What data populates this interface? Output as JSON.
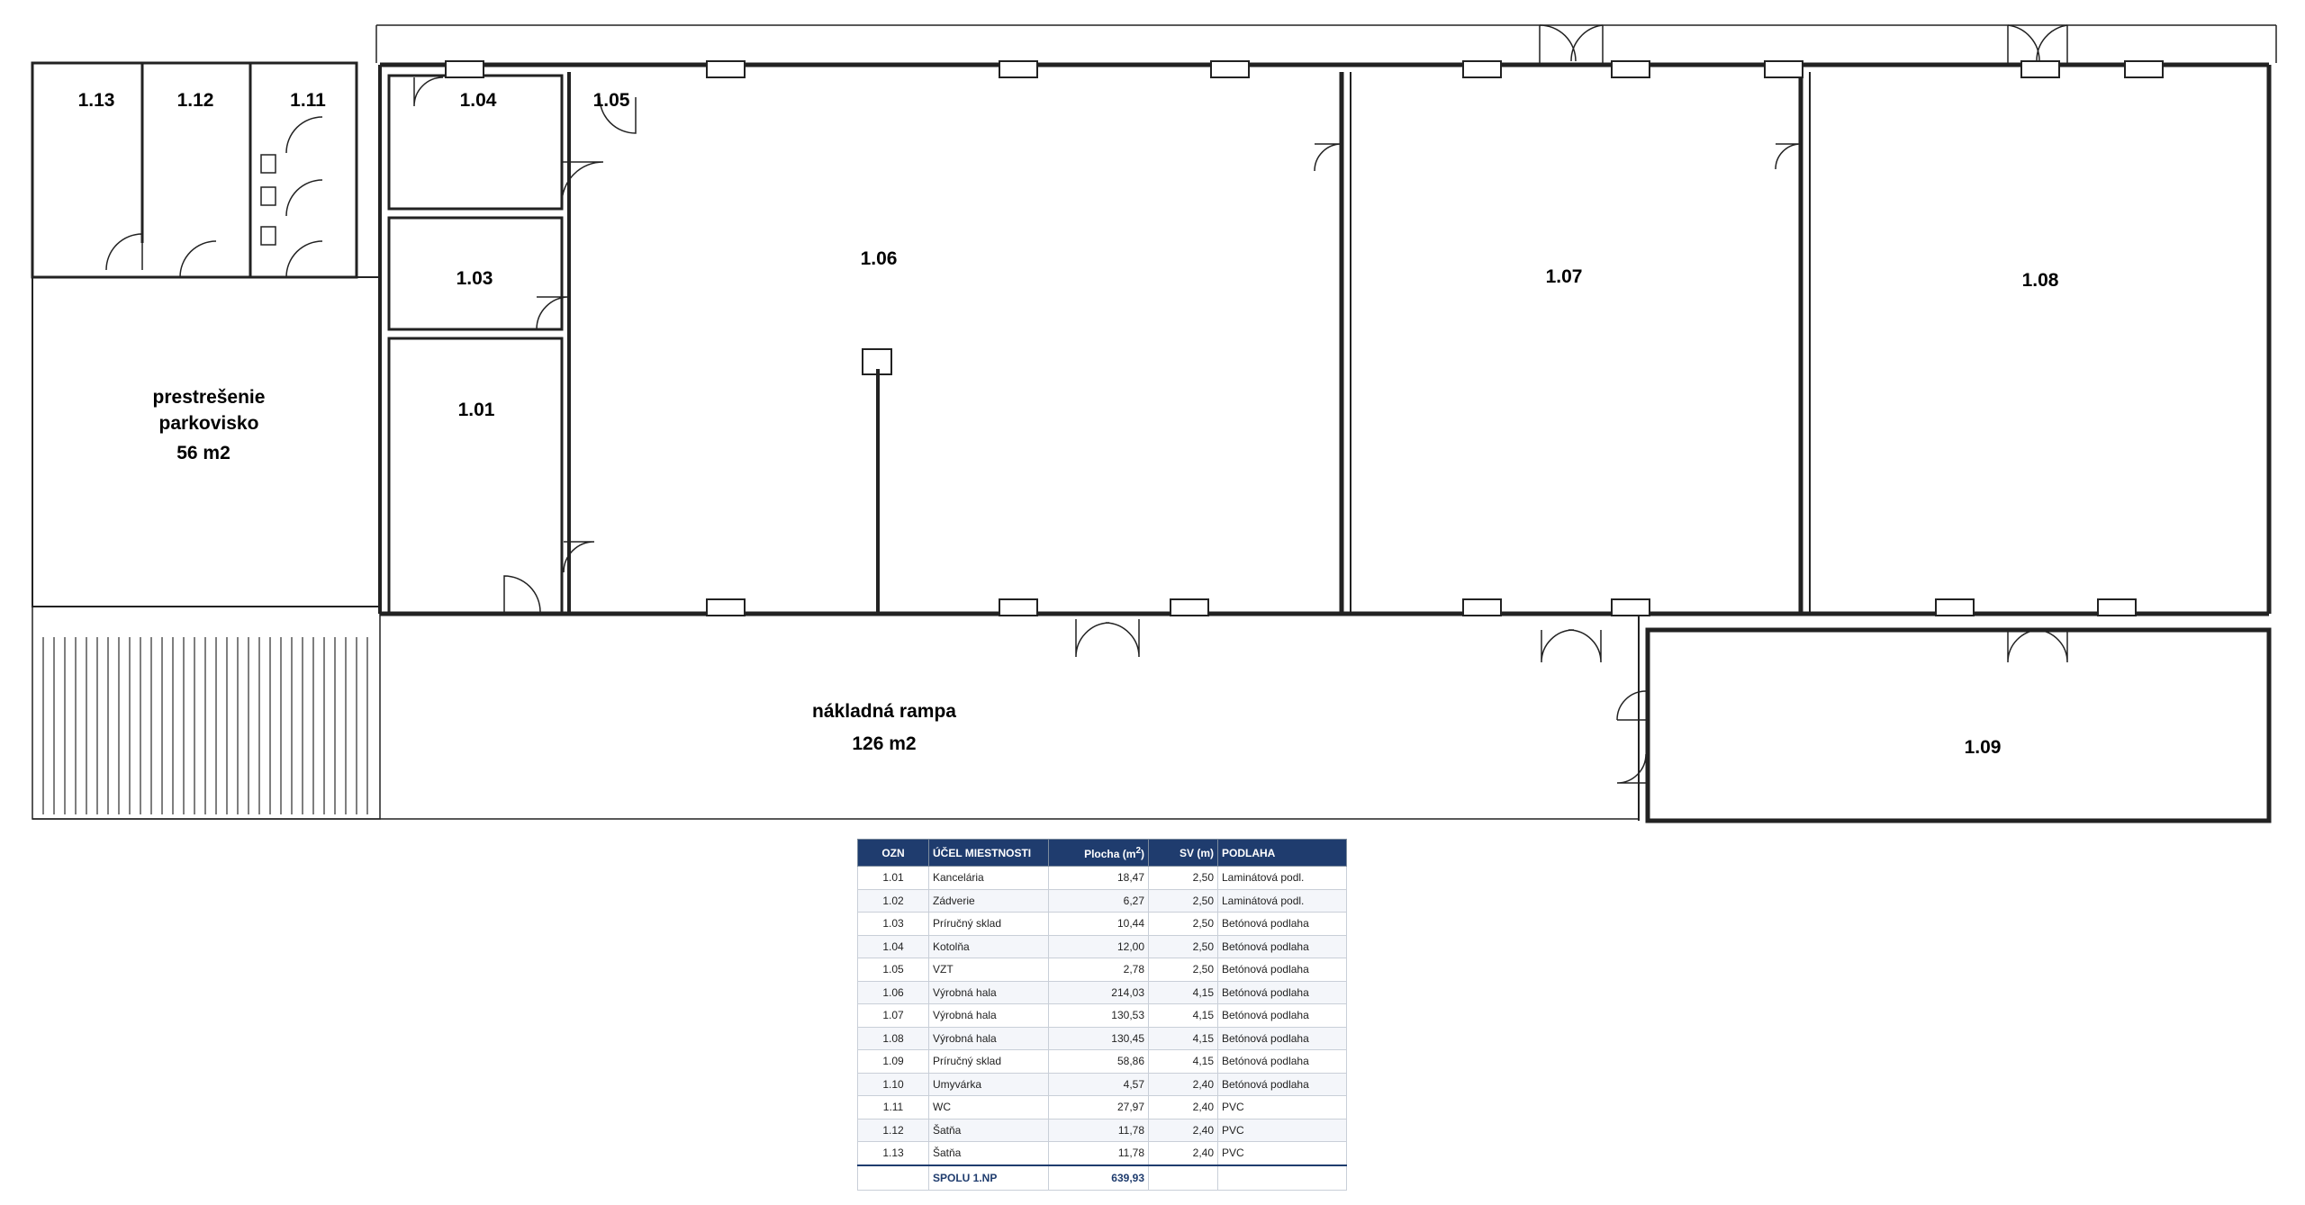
{
  "floorplan": {
    "rooms": [
      {
        "id": "1.13"
      },
      {
        "id": "1.12"
      },
      {
        "id": "1.11"
      },
      {
        "id": "1.04"
      },
      {
        "id": "1.05"
      },
      {
        "id": "1.03"
      },
      {
        "id": "1.01"
      },
      {
        "id": "1.06"
      },
      {
        "id": "1.07"
      },
      {
        "id": "1.08"
      },
      {
        "id": "1.09"
      }
    ],
    "areas": {
      "parking": {
        "line1": "prestrešenie",
        "line2": "parkovisko",
        "line3": "56 m2"
      },
      "ramp": {
        "line1": "nákladná rampa",
        "line2": "126 m2"
      }
    }
  },
  "table": {
    "headers": {
      "ozn": "OZN",
      "ucel": "ÚČEL MIESTNOSTI",
      "plocha_main": "Plocha (m",
      "plocha_sup": "2",
      "plocha_end": ")",
      "sv": "SV (m)",
      "podlaha": "PODLAHA"
    },
    "rows": [
      {
        "ozn": "1.01",
        "ucel": "Kancelária",
        "plocha": "18,47",
        "sv": "2,50",
        "podlaha": "Laminátová podl."
      },
      {
        "ozn": "1.02",
        "ucel": "Zádverie",
        "plocha": "6,27",
        "sv": "2,50",
        "podlaha": "Laminátová podl."
      },
      {
        "ozn": "1.03",
        "ucel": "Príručný sklad",
        "plocha": "10,44",
        "sv": "2,50",
        "podlaha": "Betónová podlaha"
      },
      {
        "ozn": "1.04",
        "ucel": "Kotolňa",
        "plocha": "12,00",
        "sv": "2,50",
        "podlaha": "Betónová podlaha"
      },
      {
        "ozn": "1.05",
        "ucel": "VZT",
        "plocha": "2,78",
        "sv": "2,50",
        "podlaha": "Betónová podlaha"
      },
      {
        "ozn": "1.06",
        "ucel": "Výrobná hala",
        "plocha": "214,03",
        "sv": "4,15",
        "podlaha": "Betónová podlaha"
      },
      {
        "ozn": "1.07",
        "ucel": "Výrobná hala",
        "plocha": "130,53",
        "sv": "4,15",
        "podlaha": "Betónová podlaha"
      },
      {
        "ozn": "1.08",
        "ucel": "Výrobná hala",
        "plocha": "130,45",
        "sv": "4,15",
        "podlaha": "Betónová podlaha"
      },
      {
        "ozn": "1.09",
        "ucel": "Príručný sklad",
        "plocha": "58,86",
        "sv": "4,15",
        "podlaha": "Betónová podlaha"
      },
      {
        "ozn": "1.10",
        "ucel": "Umyvárka",
        "plocha": "4,57",
        "sv": "2,40",
        "podlaha": "Betónová podlaha"
      },
      {
        "ozn": "1.11",
        "ucel": "WC",
        "plocha": "27,97",
        "sv": "2,40",
        "podlaha": "PVC"
      },
      {
        "ozn": "1.12",
        "ucel": "Šatňa",
        "plocha": "11,78",
        "sv": "2,40",
        "podlaha": "PVC"
      },
      {
        "ozn": "1.13",
        "ucel": "Šatňa",
        "plocha": "11,78",
        "sv": "2,40",
        "podlaha": "PVC"
      }
    ],
    "total": {
      "label": "SPOLU 1.NP",
      "plocha": "639,93"
    }
  }
}
